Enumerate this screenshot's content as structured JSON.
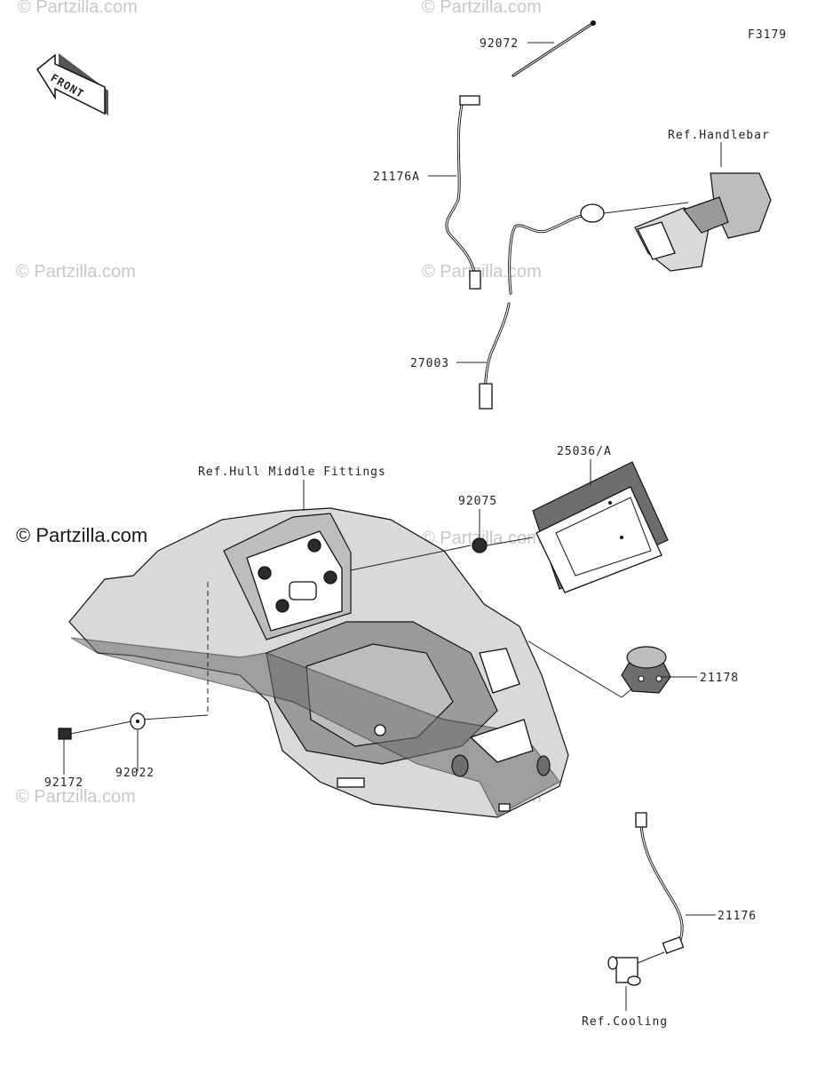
{
  "figure_code": "F3179",
  "watermark": "© Partzilla.com",
  "front_label": "FRONT",
  "labels": {
    "p92072": "92072",
    "p21176A": "21176A",
    "ref_handlebar": "Ref.Handlebar",
    "p27003": "27003",
    "p25036A": "25036/A",
    "ref_hull": "Ref.Hull Middle Fittings",
    "p92075": "92075",
    "p21178": "21178",
    "p92172": "92172",
    "p92022": "92022",
    "p21176": "21176",
    "ref_cooling": "Ref.Cooling"
  }
}
